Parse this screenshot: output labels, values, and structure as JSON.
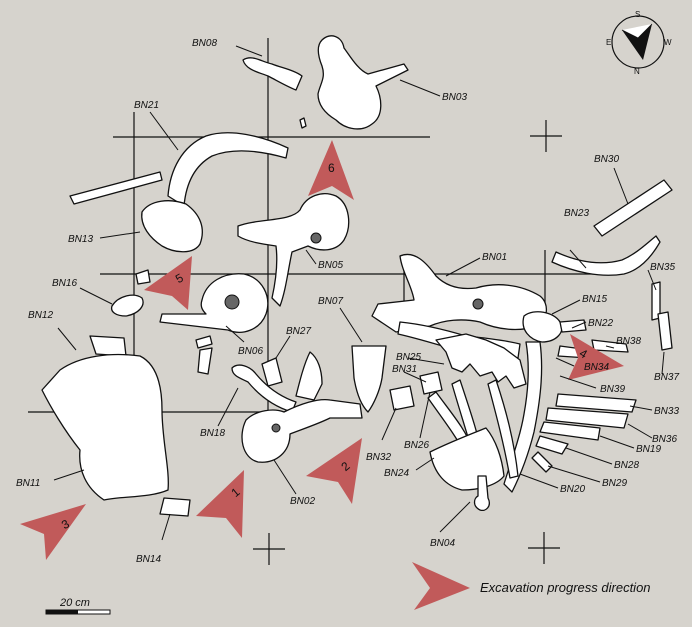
{
  "compass": {
    "north": "N",
    "south": "S",
    "east": "E",
    "west": "W"
  },
  "labels": {
    "bn01": "BN01",
    "bn02": "BN02",
    "bn03": "BN03",
    "bn04": "BN04",
    "bn05": "BN05",
    "bn06": "BN06",
    "bn07": "BN07",
    "bn08": "BN08",
    "bn11": "BN11",
    "bn12": "BN12",
    "bn13": "BN13",
    "bn14": "BN14",
    "bn15": "BN15",
    "bn16": "BN16",
    "bn18": "BN18",
    "bn19": "BN19",
    "bn20": "BN20",
    "bn21": "BN21",
    "bn22": "BN22",
    "bn23": "BN23",
    "bn24": "BN24",
    "bn25": "BN25",
    "bn26": "BN26",
    "bn27": "BN27",
    "bn28": "BN28",
    "bn29": "BN29",
    "bn30": "BN30",
    "bn31": "BN31",
    "bn32": "BN32",
    "bn33": "BN33",
    "bn34": "BN34",
    "bn35": "BN35",
    "bn36": "BN36",
    "bn37": "BN37",
    "bn38": "BN38",
    "bn39": "BN39"
  },
  "direction_numbers": [
    "1",
    "2",
    "3",
    "4",
    "5",
    "6"
  ],
  "legend": {
    "text": "Excavation progress direction"
  },
  "scale_bar": {
    "label": "20 cm"
  },
  "colors": {
    "background": "#d6d3cd",
    "arrow": "#c15a5a",
    "bone_fill": "#ffffff",
    "outline": "#111111"
  }
}
